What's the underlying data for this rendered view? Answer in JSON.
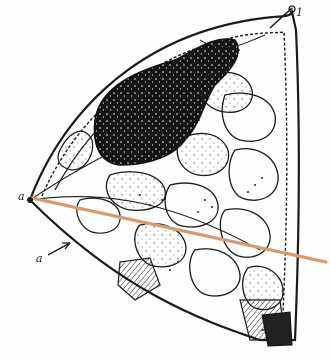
{
  "drawing": {
    "labels": {
      "top_right": "1",
      "left": "a",
      "bottom_left": "a"
    },
    "colors": {
      "ink": "#1a1a1a",
      "rod": "#d99a6c",
      "paper": "#fefefe"
    }
  }
}
